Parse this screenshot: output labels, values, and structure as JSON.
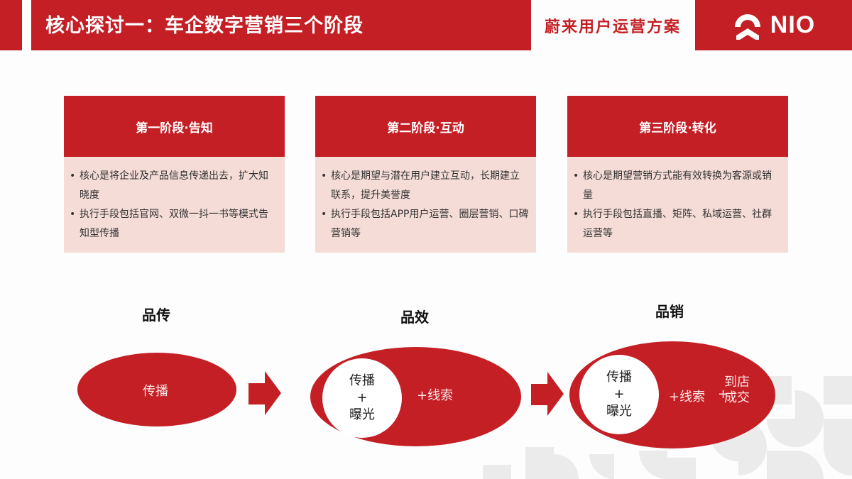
{
  "header": {
    "title": "核心探讨一：车企数字营销三个阶段",
    "subtitle": "蔚来用户运营方案",
    "logo_text": "NIO",
    "brand_color": "#c41f25"
  },
  "stages": [
    {
      "title": "第一阶段·告知",
      "bullets": [
        "核心是将企业及产品信息传递出去，扩大知晓度",
        "执行手段包括官网、双微一抖一书等模式告知型传播"
      ]
    },
    {
      "title": "第二阶段·互动",
      "bullets": [
        "核心是期望与潜在用户建立互动，长期建立联系，提升美誉度",
        "执行手段包括APP用户运营、圈层营销、口碑营销等"
      ]
    },
    {
      "title": "第三阶段·转化",
      "bullets": [
        "核心是期望营销方式能有效转换为客源或销量",
        "执行手段包括直播、矩阵、私域运营、社群运营等"
      ]
    }
  ],
  "flow": [
    {
      "label": "品传",
      "center_text": "传播"
    },
    {
      "label": "品效",
      "inner": [
        "传播",
        "+",
        "曝光"
      ],
      "extra": "+线索"
    },
    {
      "label": "品销",
      "inner": [
        "传播",
        "+",
        "曝光"
      ],
      "extra": "+线索",
      "extra2_plus": "+",
      "extra2": [
        "到店",
        "成交"
      ]
    }
  ],
  "colors": {
    "primary": "#c41f25",
    "card_body": "#f5dcd6",
    "pattern": "#e9e9e9"
  }
}
